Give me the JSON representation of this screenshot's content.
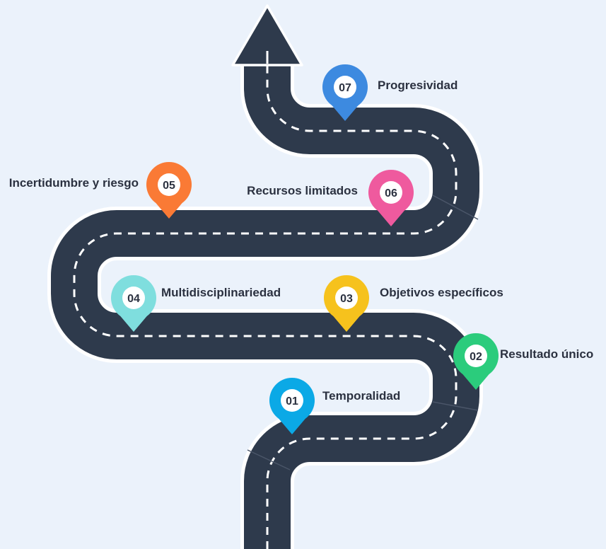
{
  "road": {
    "color": "#2e3a4c",
    "edge": "#ffffff",
    "dash": "#ffffff"
  },
  "milestones": [
    {
      "number": "01",
      "label": "Temporalidad",
      "color": "#0ba9e6"
    },
    {
      "number": "02",
      "label": "Resultado único",
      "color": "#2bcc7c"
    },
    {
      "number": "03",
      "label": "Objetivos específicos",
      "color": "#f6c21d"
    },
    {
      "number": "04",
      "label": "Multidisciplinariedad",
      "color": "#7fdede"
    },
    {
      "number": "05",
      "label": "Incertidumbre y riesgo",
      "color": "#fa7a35"
    },
    {
      "number": "06",
      "label": "Recursos limitados",
      "color": "#ef5a9e"
    },
    {
      "number": "07",
      "label": "Progresividad",
      "color": "#3d8ae0"
    }
  ]
}
